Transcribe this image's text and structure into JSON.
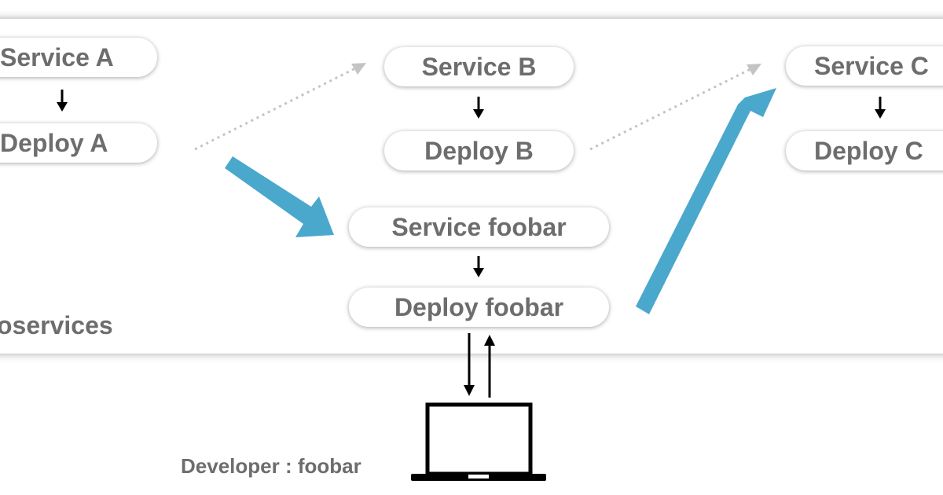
{
  "nodes": {
    "service_a": "Service A",
    "deploy_a": "Deploy A",
    "service_b": "Service B",
    "deploy_b": "Deploy B",
    "service_c": "Service C",
    "deploy_c": "Deploy C",
    "service_foobar": "Service foobar",
    "deploy_foobar": "Deploy foobar"
  },
  "group_label": "oservices",
  "developer_label": "Developer : foobar",
  "colors": {
    "node_text": "#6d6d6d",
    "flow_arrow": "#4aa8cc",
    "dotted_arrow": "#c4c4c4",
    "black_arrow": "#000000"
  },
  "icons": [
    "laptop-icon"
  ]
}
